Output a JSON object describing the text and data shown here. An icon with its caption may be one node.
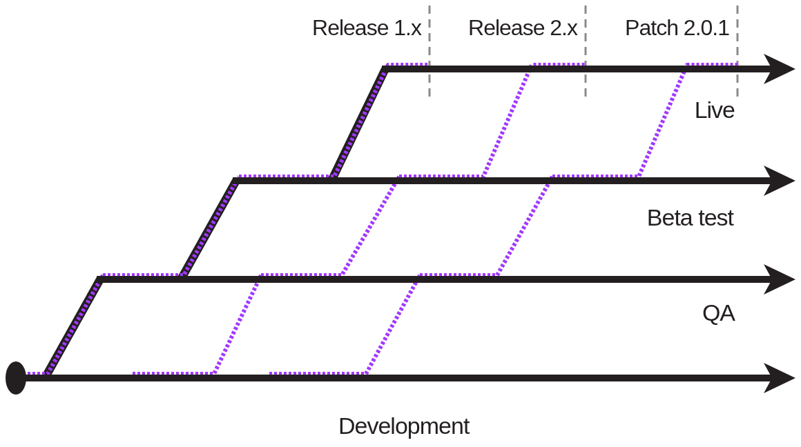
{
  "diagram": {
    "nodes": [
      {
        "text": [],
        "shape": "circle"
      },
      {
        "text": [],
        "shape": "arrow",
        "beside": [
          "Development"
        ]
      },
      {
        "text": [],
        "shape": "arrow",
        "beside": [
          "QA"
        ]
      },
      {
        "text": [],
        "shape": "arrow",
        "beside": [
          "Beta test"
        ]
      },
      {
        "text": [],
        "shape": "arrow",
        "beside": [
          "Live"
        ]
      }
    ],
    "edges": [
      {
        "from": 1,
        "to": 2,
        "arrow": "none",
        "style": "thick",
        "color": "#231f20"
      },
      {
        "from": 2,
        "to": 3,
        "arrow": "none",
        "style": "thick",
        "color": "#231f20"
      },
      {
        "from": 3,
        "to": 4,
        "arrow": "none",
        "style": "thick",
        "color": "#231f20"
      },
      {
        "from": 1,
        "to": 2,
        "arrow": "none",
        "style": "dashed",
        "color": "#a238ff"
      },
      {
        "from": 2,
        "to": 3,
        "arrow": "none",
        "style": "dashed",
        "color": "#a238ff"
      },
      {
        "from": 3,
        "to": 4,
        "arrow": "none",
        "style": "dashed",
        "color": "#a238ff"
      },
      {
        "from": 1,
        "to": 2,
        "arrow": "none",
        "style": "dashed",
        "color": "#a238ff"
      },
      {
        "from": 2,
        "to": 3,
        "arrow": "none",
        "style": "dashed",
        "color": "#a238ff"
      },
      {
        "from": 3,
        "to": 4,
        "arrow": "none",
        "style": "dashed",
        "color": "#a238ff"
      },
      {
        "from": 1,
        "to": 2,
        "arrow": "none",
        "style": "dashed",
        "color": "#a238ff"
      },
      {
        "from": 2,
        "to": 3,
        "arrow": "none",
        "style": "dashed",
        "color": "#a238ff"
      },
      {
        "from": 3,
        "to": 4,
        "arrow": "none",
        "style": "dashed",
        "color": "#a238ff"
      }
    ],
    "labels": [
      "Release 1.x",
      "Release 2.x",
      "Patch 2.0.1"
    ]
  }
}
